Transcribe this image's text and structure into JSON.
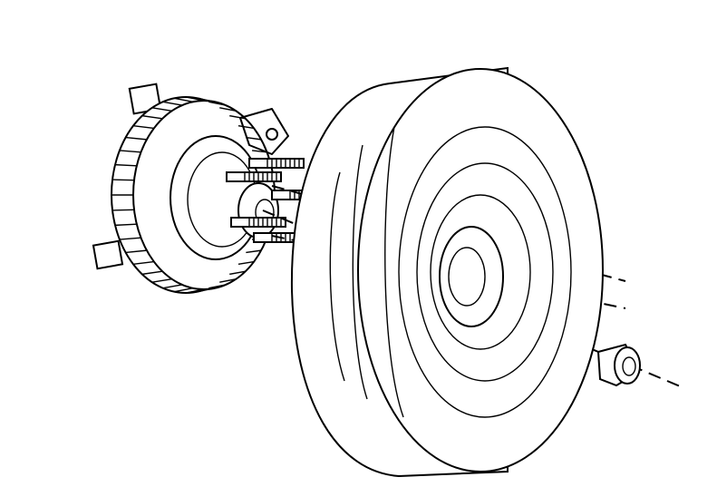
{
  "figure": {
    "background": "#ffffff",
    "line_color": "#000000",
    "parts": [
      "hub-and-rotor",
      "wheel-studs",
      "tire-and-wheel",
      "lug-nut"
    ]
  }
}
